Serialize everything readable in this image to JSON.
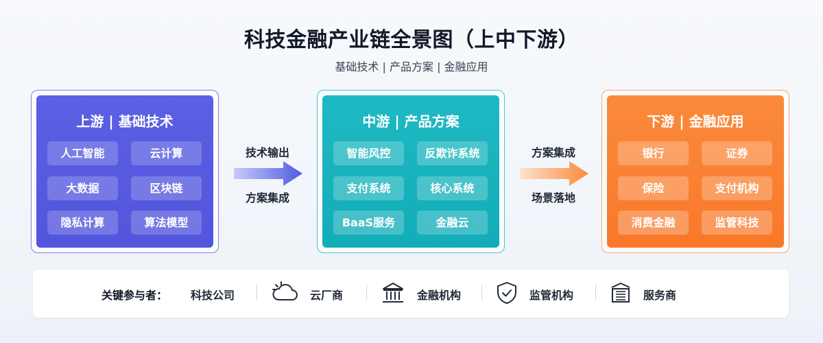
{
  "title": "科技金融产业链全景图（上中下游）",
  "subtitle": "基础技术 | 产品方案 | 金融应用",
  "colors": {
    "upstream": "#5a5fe4",
    "midstream": "#1fb9c3",
    "downstream": "#fb8a3c"
  },
  "panels": [
    {
      "title": "上游 | 基础技术",
      "items": [
        "人工智能",
        "云计算",
        "大数据",
        "区块链",
        "隐私计算",
        "算法模型"
      ]
    },
    {
      "title": "中游 | 产品方案",
      "items": [
        "智能风控",
        "反欺诈系统",
        "支付系统",
        "核心系统",
        "BaaS服务",
        "金融云"
      ]
    },
    {
      "title": "下游 | 金融应用",
      "items": [
        "银行",
        "证券",
        "保险",
        "支付机构",
        "消费金融",
        "监管科技"
      ]
    }
  ],
  "arrows": [
    {
      "top": "技术输出",
      "bottom": "方案集成",
      "color": "#4f5ae6"
    },
    {
      "top": "方案集成",
      "bottom": "场景落地",
      "color": "#fb8a3c"
    }
  ],
  "participants": {
    "label": "关键参与者：",
    "items": [
      {
        "name": "科技公司",
        "icon": "none"
      },
      {
        "name": "云厂商",
        "icon": "cloud-icon"
      },
      {
        "name": "金融机构",
        "icon": "bank-icon"
      },
      {
        "name": "监管机构",
        "icon": "shield-check-icon"
      },
      {
        "name": "服务商",
        "icon": "building-icon"
      }
    ]
  }
}
